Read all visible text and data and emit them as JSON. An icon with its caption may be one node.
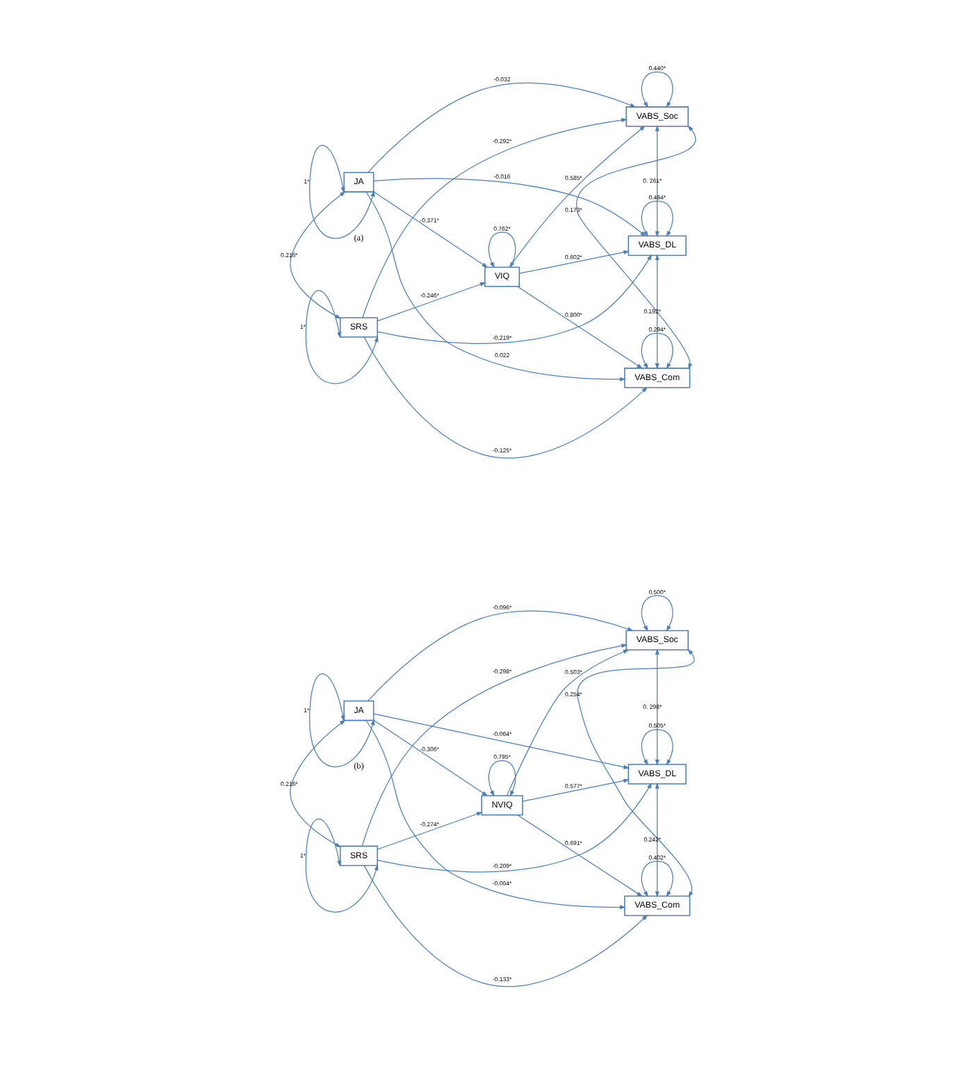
{
  "diagram": {
    "nodes": [
      {
        "text": [
          "VIQ"
        ]
      },
      {
        "text": [
          "JA"
        ]
      },
      {
        "text": [
          "SRS"
        ]
      },
      {
        "text": [
          "VABS_Soc"
        ]
      },
      {
        "text": [
          "VABS_DL"
        ]
      },
      {
        "text": [
          "VABS_Com"
        ]
      },
      {
        "text": [
          "NVIQ"
        ]
      },
      {
        "text": [
          "JA"
        ]
      },
      {
        "text": [
          "SRS"
        ]
      },
      {
        "text": [
          "VABS_Soc"
        ]
      },
      {
        "text": [
          "VABS_DL"
        ]
      },
      {
        "text": [
          "VABS_Com"
        ]
      }
    ],
    "edges": [
      {
        "from": 0,
        "to": 0,
        "arrow": "both",
        "label": "0.762*"
      },
      {
        "from": 1,
        "to": 1,
        "arrow": "both",
        "label": "1*"
      },
      {
        "from": 1,
        "to": 0,
        "arrow": "to",
        "label": "-0.371*"
      },
      {
        "from": 0,
        "to": 3,
        "arrow": "to",
        "label": "0.585*"
      },
      {
        "from": 0,
        "to": 4,
        "arrow": "to",
        "label": "0.602*"
      },
      {
        "from": 0,
        "to": 5,
        "arrow": "to",
        "label": "0.800*"
      },
      {
        "from": 1,
        "to": 3,
        "arrow": "to",
        "label": "-0.032"
      },
      {
        "from": 1,
        "to": 4,
        "arrow": "to",
        "label": "-0.016"
      },
      {
        "from": 1,
        "to": 5,
        "arrow": "to",
        "label": "0.022"
      },
      {
        "from": 2,
        "to": 0,
        "arrow": "to",
        "label": "-0.246*"
      },
      {
        "from": 1,
        "to": 2,
        "arrow": "both",
        "label": "0.216*"
      },
      {
        "from": 2,
        "to": 3,
        "arrow": "to",
        "label": "-0.292*"
      },
      {
        "from": 2,
        "to": 4,
        "arrow": "to",
        "label": "-0.219*"
      },
      {
        "from": 2,
        "to": 5,
        "arrow": "to",
        "label": "-0.125*"
      },
      {
        "from": 2,
        "to": 2,
        "arrow": "both",
        "label": "1*"
      },
      {
        "from": 3,
        "to": 3,
        "arrow": "both",
        "label": "0.440*"
      },
      {
        "from": 3,
        "to": 4,
        "arrow": "both",
        "label": "0. 261*"
      },
      {
        "from": 4,
        "to": 4,
        "arrow": "both",
        "label": "0.494*"
      },
      {
        "from": 3,
        "to": 5,
        "arrow": "both",
        "label": "0.173*"
      },
      {
        "from": 4,
        "to": 5,
        "arrow": "both",
        "label": "0.192*"
      },
      {
        "from": 5,
        "to": 5,
        "arrow": "both",
        "label": "0.294*"
      },
      {
        "from": 6,
        "to": 6,
        "arrow": "both",
        "label": "0.795*"
      },
      {
        "from": 7,
        "to": 7,
        "arrow": "both",
        "label": "1*"
      },
      {
        "from": 7,
        "to": 6,
        "arrow": "to",
        "label": "-0.306*"
      },
      {
        "from": 6,
        "to": 9,
        "arrow": "to",
        "label": "0.503*"
      },
      {
        "from": 6,
        "to": 10,
        "arrow": "to",
        "label": "0.577*"
      },
      {
        "from": 6,
        "to": 11,
        "arrow": "to",
        "label": "0.691*"
      },
      {
        "from": 7,
        "to": 9,
        "arrow": "to",
        "label": "-0.096*"
      },
      {
        "from": 7,
        "to": 10,
        "arrow": "to",
        "label": "-0.064*"
      },
      {
        "from": 7,
        "to": 11,
        "arrow": "to",
        "label": "-0.064*"
      },
      {
        "from": 8,
        "to": 6,
        "arrow": "to",
        "label": "-0.274*"
      },
      {
        "from": 7,
        "to": 8,
        "arrow": "both",
        "label": "0.216*"
      },
      {
        "from": 8,
        "to": 9,
        "arrow": "to",
        "label": "-0.298*"
      },
      {
        "from": 8,
        "to": 10,
        "arrow": "to",
        "label": "-0.209*"
      },
      {
        "from": 8,
        "to": 11,
        "arrow": "to",
        "label": "-0.133*"
      },
      {
        "from": 8,
        "to": 8,
        "arrow": "both",
        "label": "1*"
      },
      {
        "from": 9,
        "to": 9,
        "arrow": "both",
        "label": "0.500*"
      },
      {
        "from": 9,
        "to": 10,
        "arrow": "both",
        "label": "0. 298*"
      },
      {
        "from": 10,
        "to": 10,
        "arrow": "both",
        "label": "0.505*"
      },
      {
        "from": 9,
        "to": 11,
        "arrow": "both",
        "label": "0.254*"
      },
      {
        "from": 10,
        "to": 11,
        "arrow": "both",
        "label": "0.242*"
      },
      {
        "from": 11,
        "to": 11,
        "arrow": "both",
        "label": "0.402*"
      }
    ],
    "labels": [
      "(a)",
      "(b)"
    ]
  }
}
